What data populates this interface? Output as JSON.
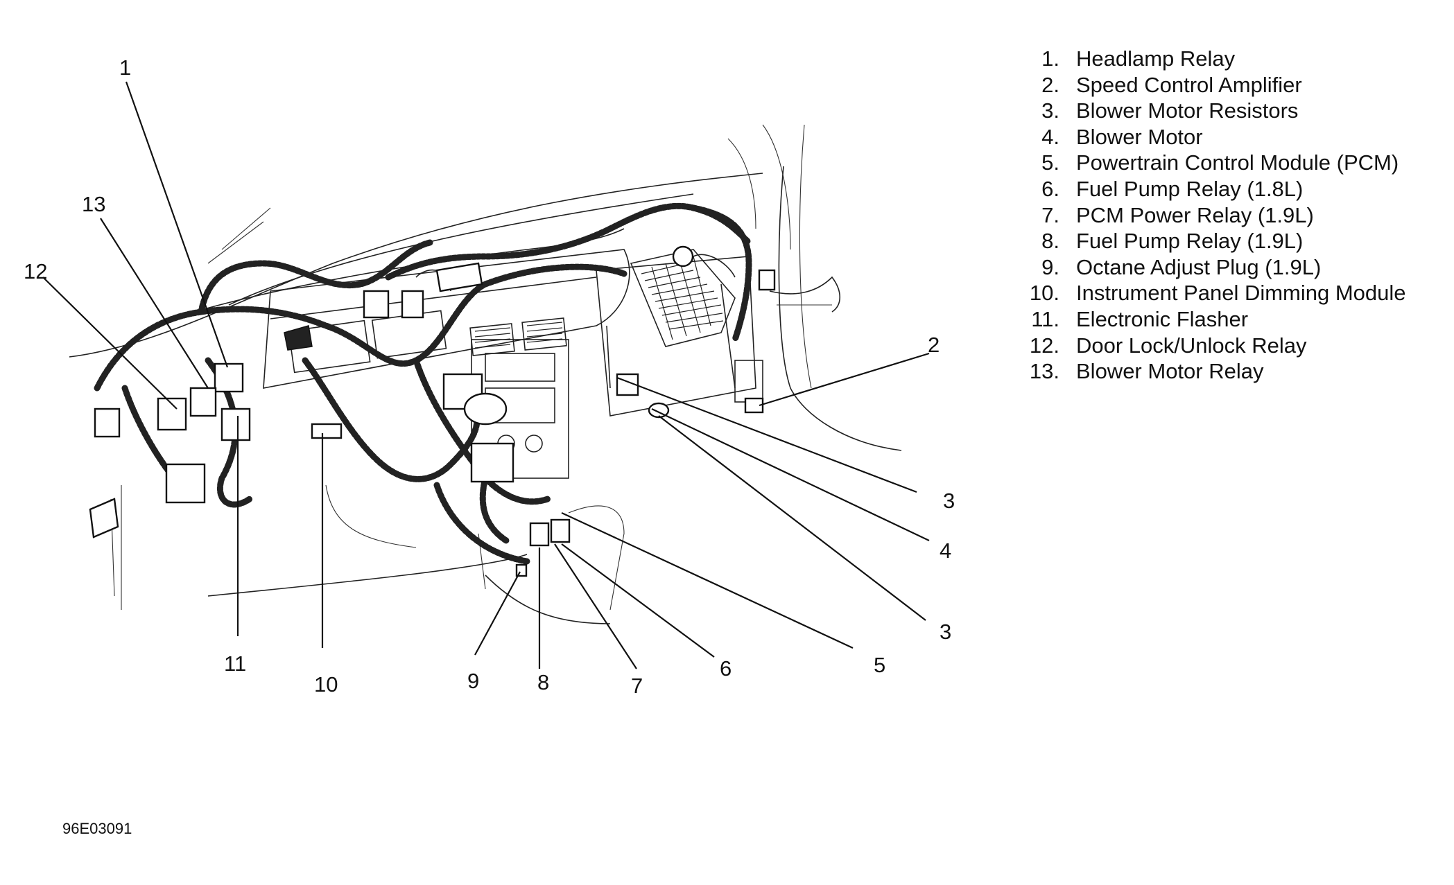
{
  "callouts": {
    "c1": "1",
    "c2": "2",
    "c3a": "3",
    "c3b": "3",
    "c4": "4",
    "c5": "5",
    "c6": "6",
    "c7": "7",
    "c8": "8",
    "c9": "9",
    "c10": "10",
    "c11": "11",
    "c12": "12",
    "c13": "13"
  },
  "legend": [
    {
      "num": "1.",
      "text": "Headlamp Relay"
    },
    {
      "num": "2.",
      "text": "Speed Control Amplifier"
    },
    {
      "num": "3.",
      "text": "Blower Motor Resistors"
    },
    {
      "num": "4.",
      "text": "Blower Motor"
    },
    {
      "num": "5.",
      "text": "Powertrain Control Module (PCM)"
    },
    {
      "num": "6.",
      "text": "Fuel Pump Relay (1.8L)"
    },
    {
      "num": "7.",
      "text": "PCM Power Relay (1.9L)"
    },
    {
      "num": "8.",
      "text": "Fuel Pump Relay (1.9L)"
    },
    {
      "num": "9.",
      "text": "Octane Adjust Plug (1.9L)"
    },
    {
      "num": "10.",
      "text": "Instrument Panel Dimming Module"
    },
    {
      "num": "11.",
      "text": "Electronic Flasher"
    },
    {
      "num": "12.",
      "text": "Door Lock/Unlock Relay"
    },
    {
      "num": "13.",
      "text": "Blower Motor Relay"
    }
  ],
  "figure_id": "96E03091"
}
